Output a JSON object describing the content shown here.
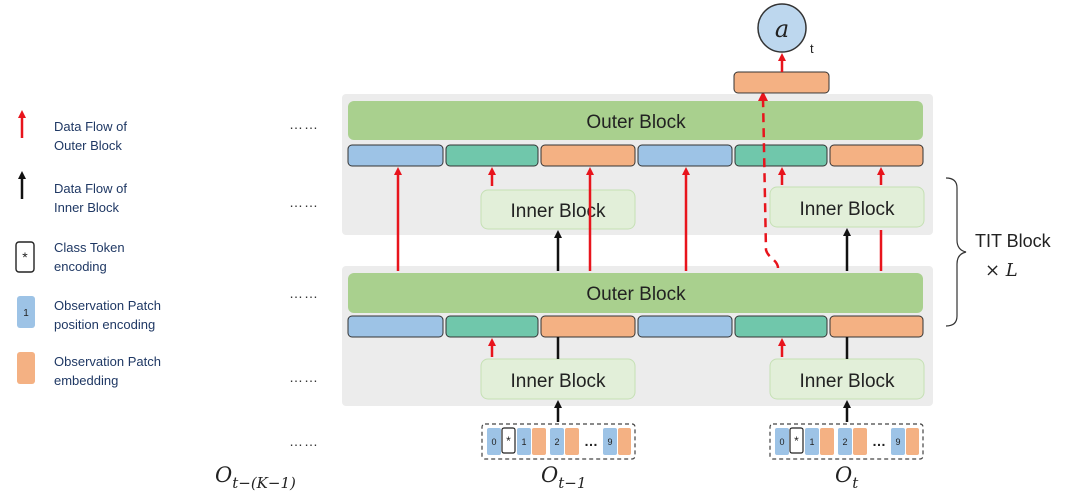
{
  "legend": {
    "outer_flow": [
      "Data Flow of",
      "Outer Block"
    ],
    "inner_flow": [
      "Data Flow of",
      "Inner Block"
    ],
    "class_token_symbol": "*",
    "class_token": [
      "Class Token",
      "encoding"
    ],
    "position_symbol": "1",
    "position": [
      "Observation Patch",
      "position encoding"
    ],
    "embedding": [
      "Observation Patch",
      "embedding"
    ]
  },
  "dots": "……",
  "outer_block_label": "Outer Block",
  "inner_block_label": "Inner Block",
  "tit_block": {
    "line1": "TIT Block",
    "line2": "× L"
  },
  "action": {
    "symbol": "a",
    "subscript": "t"
  },
  "sequence": {
    "tokens": [
      "0",
      "*",
      "1",
      "2",
      "…",
      "9"
    ],
    "obs_labels": {
      "first": {
        "base": "O",
        "sub": "t−(K−1)"
      },
      "prev": {
        "base": "O",
        "sub": "t−1"
      },
      "curr": {
        "base": "O",
        "sub": "t"
      }
    }
  },
  "colors": {
    "outer_flow": "#e8141c",
    "inner_flow": "#111111",
    "outer_block": "#a9d08e",
    "inner_block": "#e2efd9",
    "position_encoding": "#9dc3e6",
    "embedding": "#f4b183",
    "patch_teal": "#70c7ab",
    "action_fill": "#bdd7ee"
  }
}
